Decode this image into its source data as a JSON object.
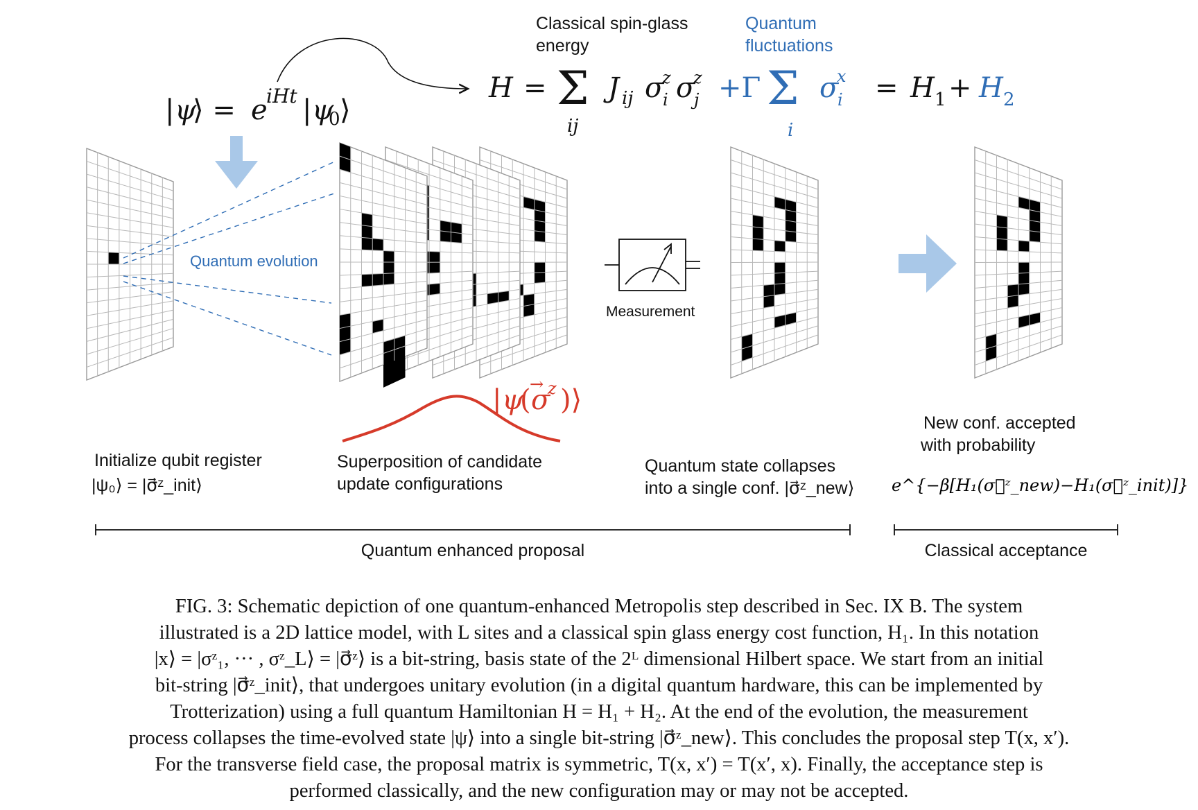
{
  "labels": {
    "classical_energy": [
      "Classical spin-glass",
      "energy"
    ],
    "quantum_fluct": [
      "Quantum",
      "fluctuations"
    ],
    "quantum_evolution": "Quantum evolution",
    "measurement": "Measurement",
    "init_register": [
      "Initialize qubit register",
      "|ψ₀⟩ = |σ⃗ᶻ_init⟩"
    ],
    "superposition": [
      "Superposition of candidate",
      "update configurations"
    ],
    "collapse": [
      "Quantum state collapses",
      "into a single conf. |σ⃗ᶻ_new⟩"
    ],
    "accepted": [
      "New conf. accepted",
      "with probability"
    ],
    "accept_formula": "e^{−β[H₁(σ⃗ᶻ_new)−H₁(σ⃗ᶻ_init)]}",
    "quantum_proposal": "Quantum enhanced proposal",
    "classical_acceptance": "Classical acceptance"
  },
  "equations": {
    "psi_evolution": "|ψ⟩ = e^{iHt}|ψ₀⟩",
    "hamiltonian": "H = Σ_ij J_ij σᶻ_i σᶻ_j + Γ Σ_i σˣ_i = H₁ + H₂",
    "psi_sigma": "|ψ(σ⃗ᶻ)⟩"
  },
  "caption": [
    "FIG. 3: Schematic depiction of one quantum-enhanced Metropolis step described in Sec. IX B. The system",
    "illustrated is a 2D lattice model, with L sites and a classical spin glass energy cost function, H₁. In this notation",
    "|x⟩ = |σᶻ₁, ··· , σᶻ_L⟩ = |σ⃗ᶻ⟩ is a bit-string, basis state of the 2ᴸ dimensional Hilbert space. We start from an initial",
    "bit-string |σ⃗ᶻ_init⟩, that undergoes unitary evolution (in a digital quantum hardware, this can be implemented by",
    "Trotterization) using a full quantum Hamiltonian H = H₁ + H₂. At the end of the evolution, the measurement",
    "process collapses the time-evolved state |ψ⟩ into a single bit-string |σ⃗ᶻ_new⟩. This concludes the proposal step T(x, x′).",
    "For the transverse field case, the proposal matrix is symmetric, T(x, x′) = T(x′, x). Finally, the acceptance step is",
    "performed classically, and the new configuration may or may not be accepted."
  ],
  "colors": {
    "blue_text": "#2f6db5",
    "blue_arrow": "#a9c8e8",
    "red_curve": "#d63a2a",
    "grid_line": "#b8b8b8"
  }
}
